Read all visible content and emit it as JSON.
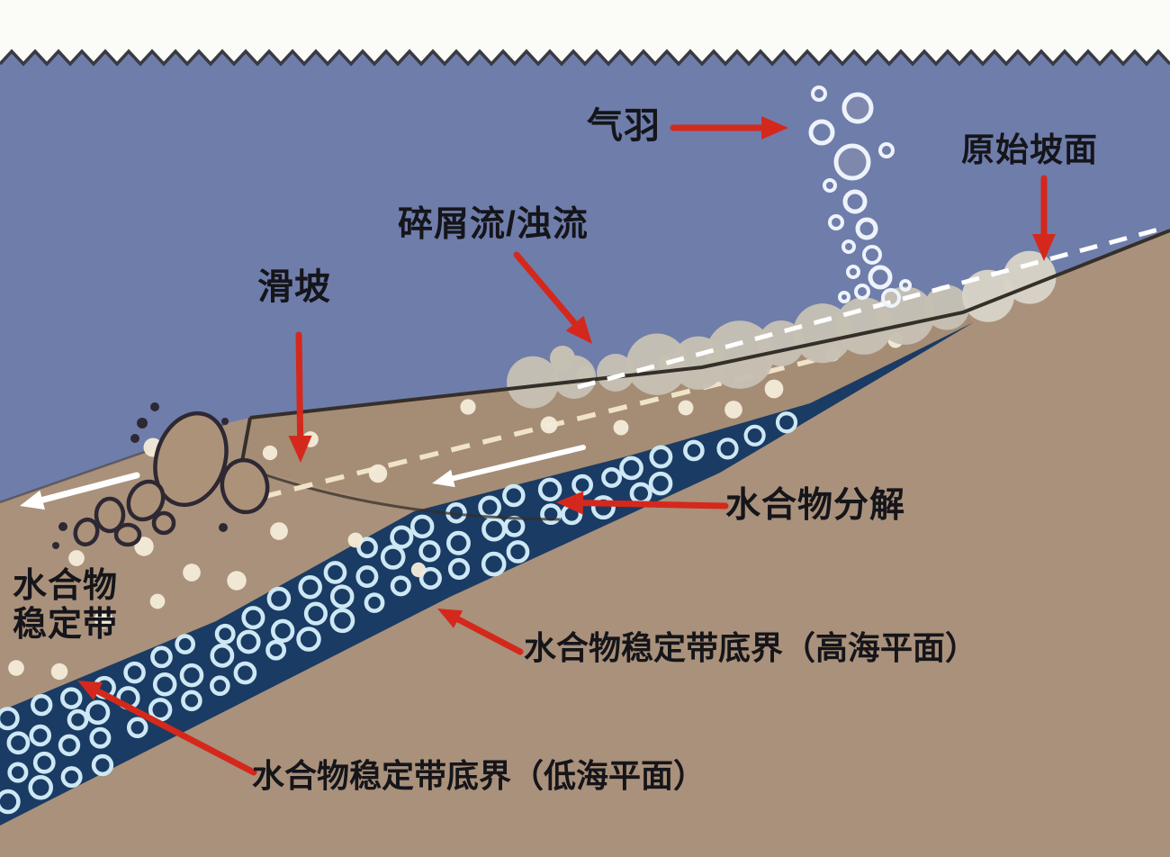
{
  "diagram": {
    "labels": {
      "gas_plume": "气羽",
      "original_slope": "原始坡面",
      "debris_flow": "碎屑流/浊流",
      "landslide": "滑坡",
      "hydrate_dissociation": "水合物分解",
      "hsz_line1": "水合物",
      "hsz_line2": "稳定带",
      "hsz_base_high": "水合物稳定带底界（高海平面）",
      "hsz_base_low": "水合物稳定带底界（低海平面）"
    },
    "colors": {
      "water": "#6f7dab",
      "top_strip": "#fbfbf8",
      "zigzag": "#3a3a44",
      "ground": "#a9917b",
      "slide_shade": "#a0886f",
      "hydrate_band": "#1a3b63",
      "ring": "#cde8f4",
      "sediment_dot": "#f3ead7",
      "cloud": "#c6c0b3",
      "cloud_light": "#d8d3c6",
      "arrow_red": "#d5281c",
      "arrow_white": "#ffffff",
      "dashed_slope": "#ffffff",
      "dashed_glide": "#efe3c8",
      "outline_dark": "#352f29",
      "block_fill": "#ac9279",
      "block_stroke": "#2e2833",
      "text": "#15151a"
    }
  }
}
